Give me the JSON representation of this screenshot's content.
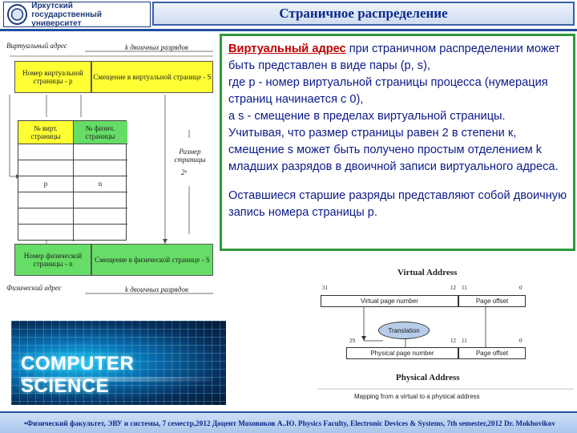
{
  "header": {
    "logo_line1": "Иркутский",
    "logo_line2": "государственный университет",
    "title": "Страничное распределение"
  },
  "left_diagram": {
    "virtual_address_label": "Виртуальный адрес",
    "k_bits_top": "k двоичных разрядов",
    "virtual_page_number": "Номер виртуальной страницы - p",
    "virtual_offset": "Смещение в виртуальной странице - S",
    "table_header_virtual": "№ вирт. страницы",
    "table_header_physical": "№ физич. страницы",
    "table_row_p": "p",
    "table_row_n": "n",
    "page_size_label": "Размер страницы",
    "page_size_value": "2ᵏ",
    "physical_page_number": "Номер физической страницы - n",
    "physical_offset": "Смещение в физической странице - S",
    "physical_address_label": "Физический адрес",
    "k_bits_bottom": "k двоичных разрядов"
  },
  "popup": {
    "highlight": "Виртуальный адрес",
    "line1_rest": " при страничном распределении может быть представлен в виде пары (p, s),",
    "line2": "где p - номер виртуальной страницы процесса (нумерация страниц начинается с 0),",
    "line3": " а s - смещение в пределах виртуальной страницы.",
    "line4": " Учитывая, что размер страницы равен 2 в степени к, смещение s может быть получено простым отделением k младших разрядов в двоичной записи виртуального адреса.",
    "line5": "Оставшиеся старшие разряды представляют собой двоичную запись номера страницы p."
  },
  "image": {
    "text": "COMPUTER SCIENCE"
  },
  "right_diagram": {
    "title_top": "Virtual Address",
    "bit_31": "31",
    "bit_12_top": "12",
    "bit_11_top": "11",
    "bit_0_top": "0",
    "virtual_page_number": "Virtual page number",
    "page_offset_top": "Page offset",
    "translation": "Translation",
    "bit_29": "29",
    "bit_12_bottom": "12",
    "bit_11_bottom": "11",
    "bit_0_bottom": "0",
    "physical_page_number": "Physical page number",
    "page_offset_bottom": "Page offset",
    "title_bottom": "Physical Address",
    "caption": "Mapping from a virtual to a physical address"
  },
  "footer": {
    "text": "•Физический факультет, ЭВУ и системы, 7 семестр,2012 Доцент Моховиков А..Ю.     Physics Faculty, Electronic Devices & Systems, 7th semester,2012   Dr. Mokhovikov"
  }
}
